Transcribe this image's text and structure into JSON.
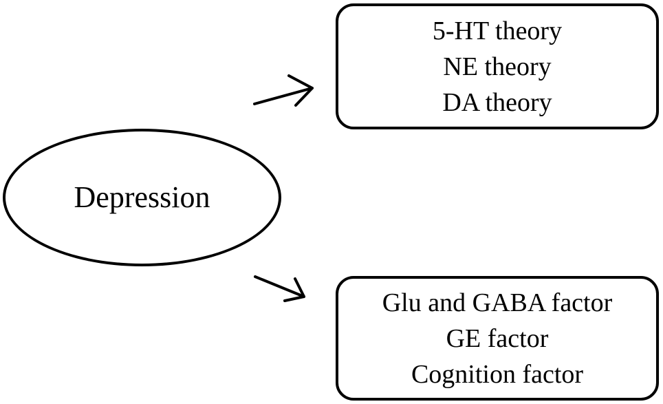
{
  "center": {
    "label": "Depression"
  },
  "top_box": {
    "lines": [
      "5-HT theory",
      "NE theory",
      "DA theory"
    ]
  },
  "bottom_box": {
    "lines": [
      "Glu and GABA factor",
      "GE factor",
      "Cognition factor"
    ]
  },
  "colors": {
    "stroke": "#000000",
    "background": "#ffffff"
  }
}
